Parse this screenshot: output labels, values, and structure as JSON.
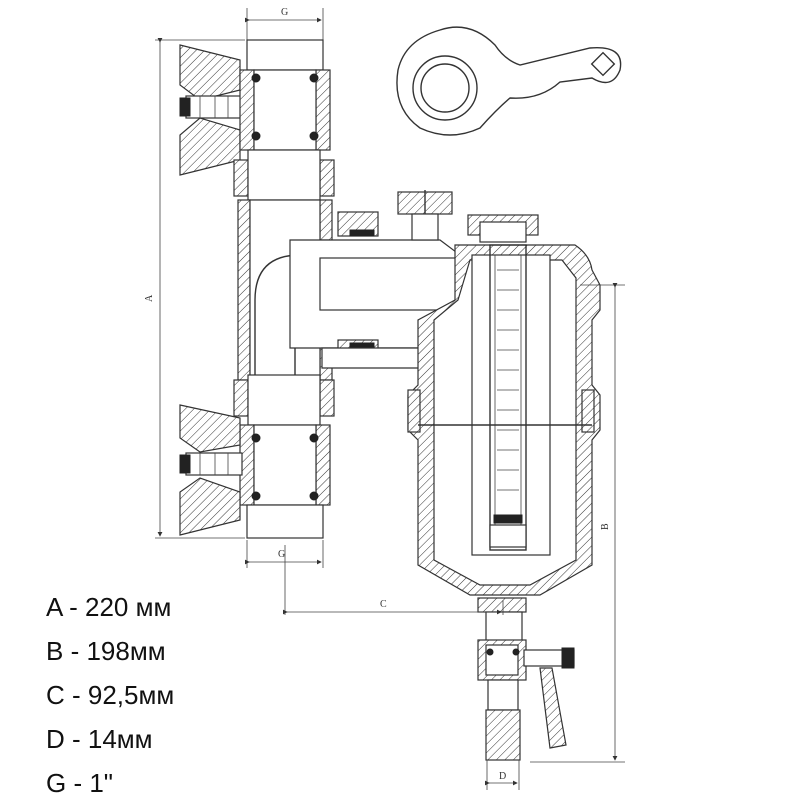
{
  "dimension_labels": {
    "g_top": "G",
    "g_bottom": "G",
    "a": "A",
    "b": "B",
    "c": "C",
    "d": "D"
  },
  "legend": [
    {
      "key": "A",
      "text": "A - 220 мм"
    },
    {
      "key": "B",
      "text": "B - 198мм"
    },
    {
      "key": "C",
      "text": "C - 92,5мм"
    },
    {
      "key": "D",
      "text": "D - 14мм"
    },
    {
      "key": "G",
      "text": "G -  1\""
    }
  ]
}
